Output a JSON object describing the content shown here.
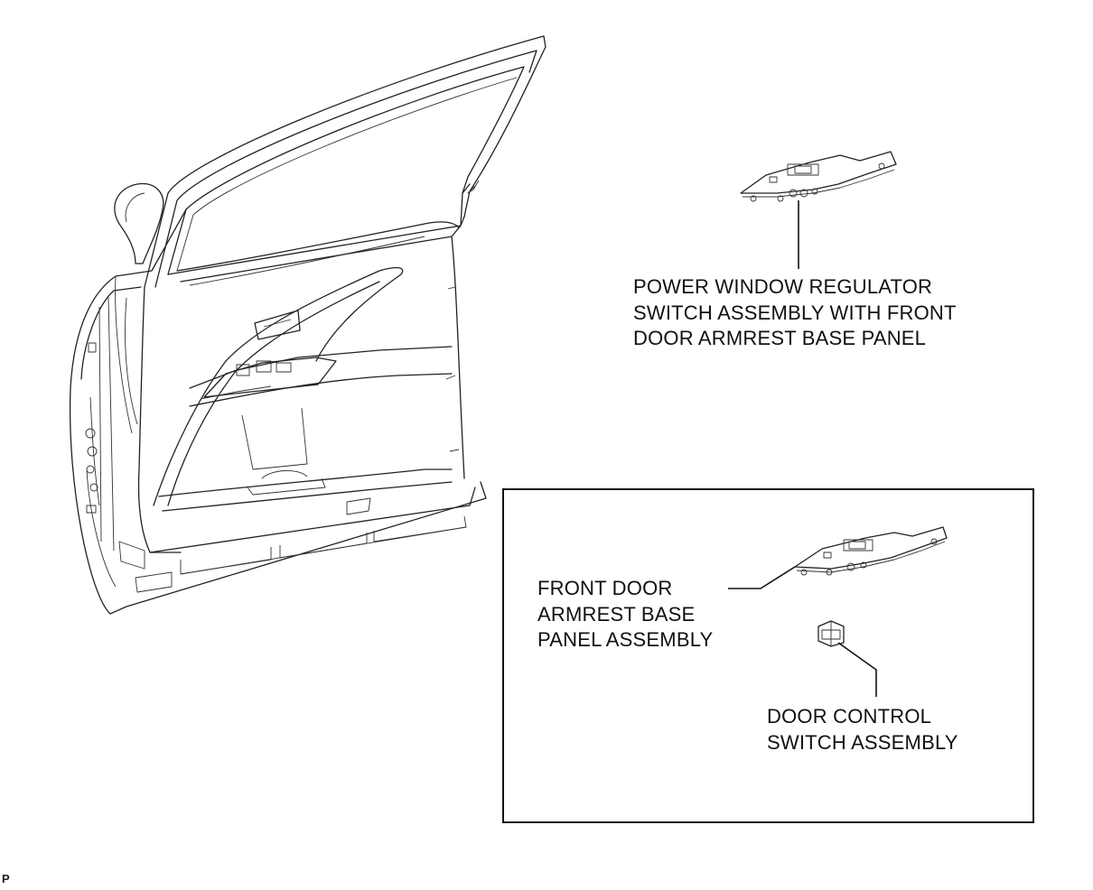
{
  "callouts": {
    "power_window_switch": {
      "lines": [
        "POWER WINDOW REGULATOR",
        "SWITCH ASSEMBLY WITH FRONT",
        "DOOR ARMREST BASE PANEL"
      ]
    },
    "armrest_base_panel": {
      "lines": [
        "FRONT DOOR",
        "ARMREST BASE",
        "PANEL ASSEMBLY"
      ]
    },
    "door_control_switch": {
      "lines": [
        "DOOR CONTROL",
        "SWITCH ASSEMBLY"
      ]
    }
  },
  "footer": {
    "code": "P"
  }
}
